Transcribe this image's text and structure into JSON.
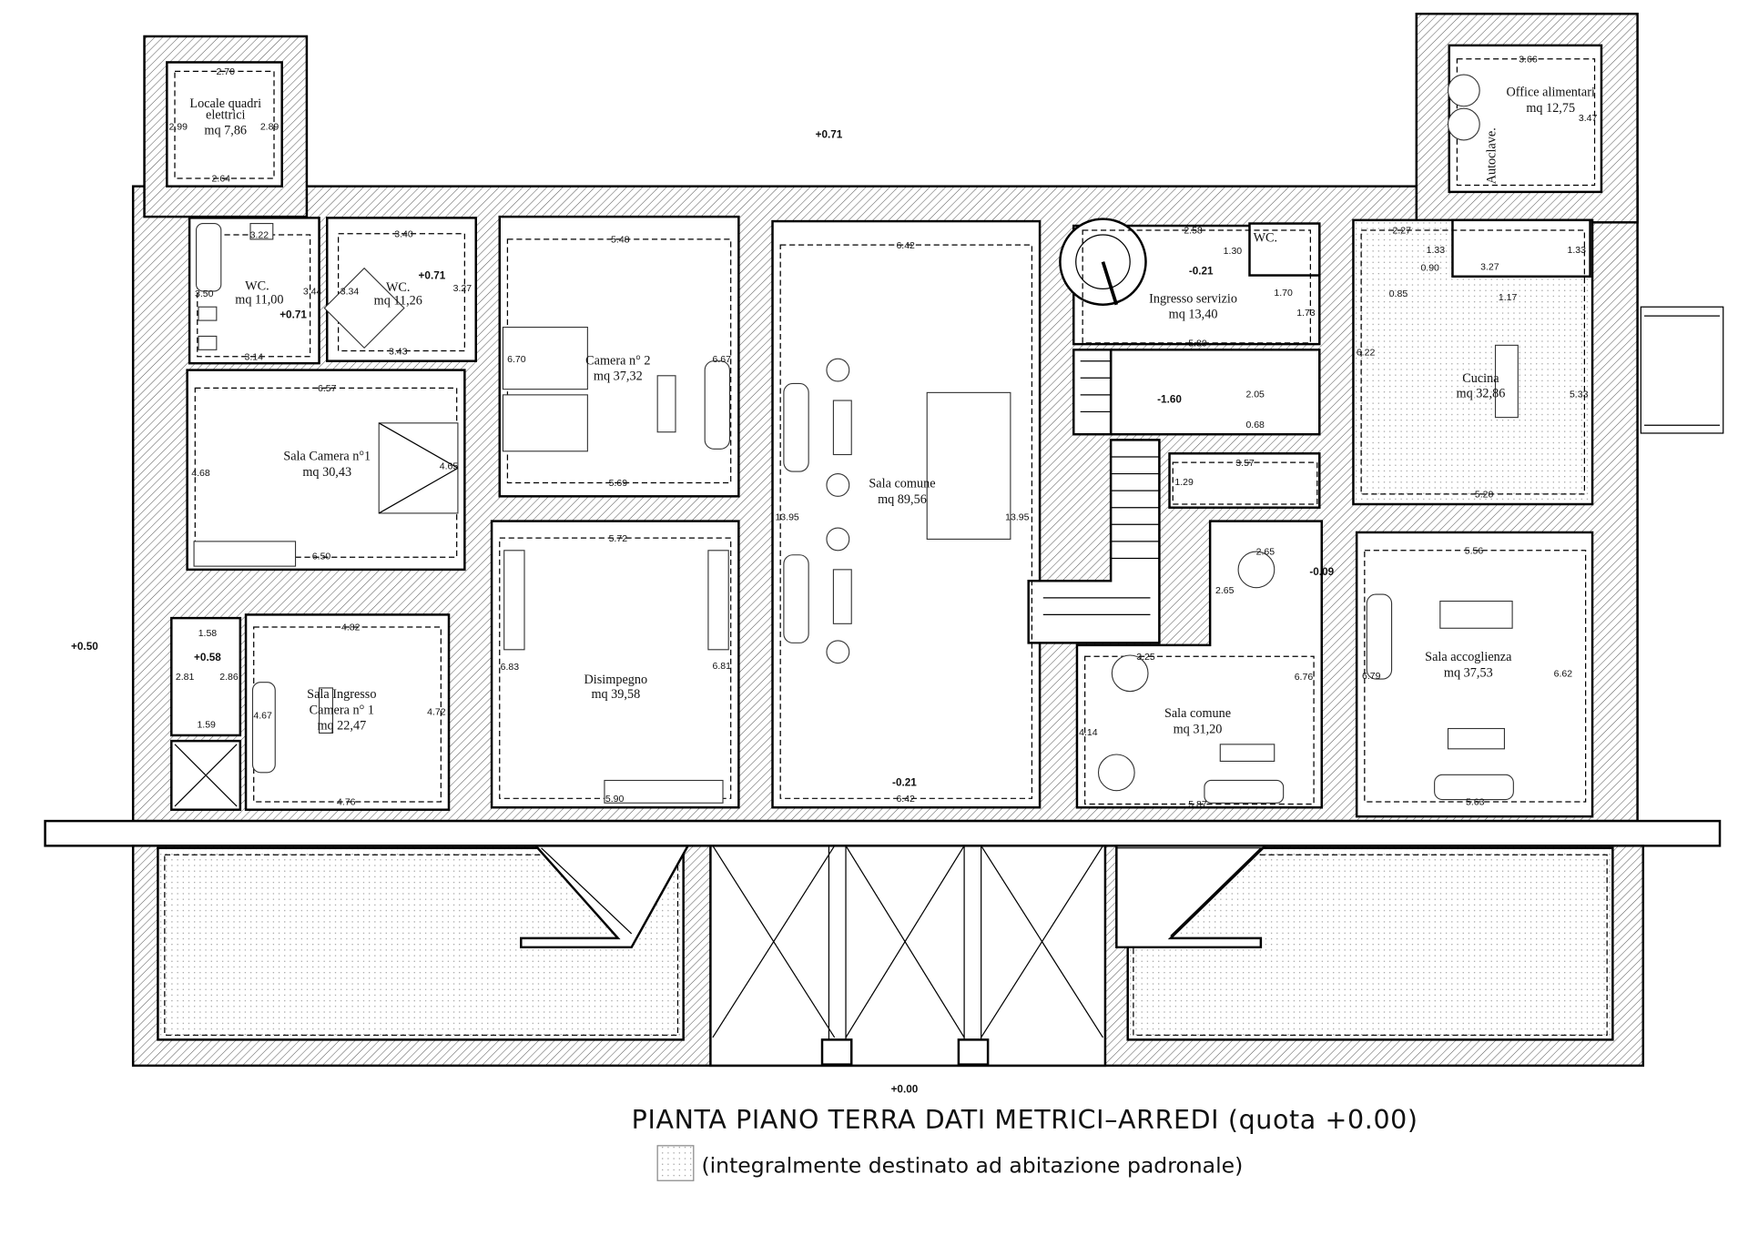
{
  "title": "PIANTA PIANO TERRA DATI METRICI–ARREDI (quota +0.00)",
  "legend": "(integralmente destinato ad abitazione padronale)",
  "colors": {
    "ink": "#000000",
    "hatch": "#444444",
    "dots": "#9a9a9a"
  },
  "elevations": {
    "top": "+0.71",
    "left": "+0.50",
    "bottom": "+0.00",
    "wc1": "+0.71",
    "wc2": "+0.71",
    "small": "+0.58",
    "sala_comune": "-0.21",
    "ingresso_servizio": "-0.21",
    "basement": "-1.60",
    "sala_comune2": "-0.09"
  },
  "rooms": {
    "locale": {
      "name1": "Locale quadri",
      "name2": "elettrici",
      "area": "mq 7,86"
    },
    "wc1": {
      "name": "WC.",
      "area": "mq 11,00"
    },
    "wc2": {
      "name": "WC.",
      "area": "mq 11,26"
    },
    "sala_camera1": {
      "name": "Sala Camera n°1",
      "area": "mq 30,43"
    },
    "camera2": {
      "name": "Camera n° 2",
      "area": "mq 37,32"
    },
    "sala_comune": {
      "name": "Sala comune",
      "area": "mq 89,56"
    },
    "disimpegno": {
      "name": "Disimpegno",
      "area": "mq 39,58"
    },
    "sala_ingresso": {
      "name1": "Sala Ingresso",
      "name2": "Camera n° 1",
      "area": "mq 22,47"
    },
    "ingresso_servizio": {
      "name": "Ingresso servizio",
      "area": "mq 13,40"
    },
    "wc3": {
      "name": "WC."
    },
    "cucina": {
      "name": "Cucina",
      "area": "mq 32,86"
    },
    "office": {
      "name": "Office alimentari",
      "area": "mq 12,75",
      "autoclave": "Autoclave."
    },
    "sala_comune2": {
      "name": "Sala comune",
      "area": "mq 31,20"
    },
    "sala_accoglienza": {
      "name": "Sala accoglienza",
      "area": "mq 37,53"
    }
  },
  "dims": {
    "locale": [
      "2.70",
      "2.99",
      "2.89",
      "2.64"
    ],
    "wc1": [
      "3.22",
      "3.50",
      "3.44",
      "3.14"
    ],
    "wc2": [
      "3.40",
      "3.34",
      "3.27",
      "3.43"
    ],
    "sala_camera1": [
      "6.57",
      "4.68",
      "4.65",
      "6.50"
    ],
    "camera2": [
      "5.48",
      "6.70",
      "6.67",
      "5.69"
    ],
    "sala_comune": [
      "6.42",
      "13.95",
      "13.95",
      "6.42"
    ],
    "disimpegno": [
      "5.72",
      "6.83",
      "6.81",
      "5.90"
    ],
    "sala_ingresso": [
      "4.82",
      "4.67",
      "4.72",
      "4.76"
    ],
    "small": [
      "1.58",
      "2.81",
      "2.86",
      "1.59"
    ],
    "ingresso_servizio": [
      "2.58",
      "1.30",
      "1.70",
      "1.73",
      "5.80"
    ],
    "basement": [
      "2.05",
      "0.68",
      "3.57",
      "1.29"
    ],
    "cucina": [
      "2.27",
      "1.33",
      "0.90",
      "0.85",
      "1.17",
      "6.22",
      "5.33",
      "5.20",
      "3.27",
      "1.33"
    ],
    "office": [
      "3.66",
      "3.47"
    ],
    "sala_comune2": [
      "2.65",
      "2.65",
      "3.25",
      "6.76",
      "4.14",
      "5.87"
    ],
    "sala_accoglienza": [
      "5.56",
      "6.79",
      "6.62",
      "5.63"
    ]
  }
}
